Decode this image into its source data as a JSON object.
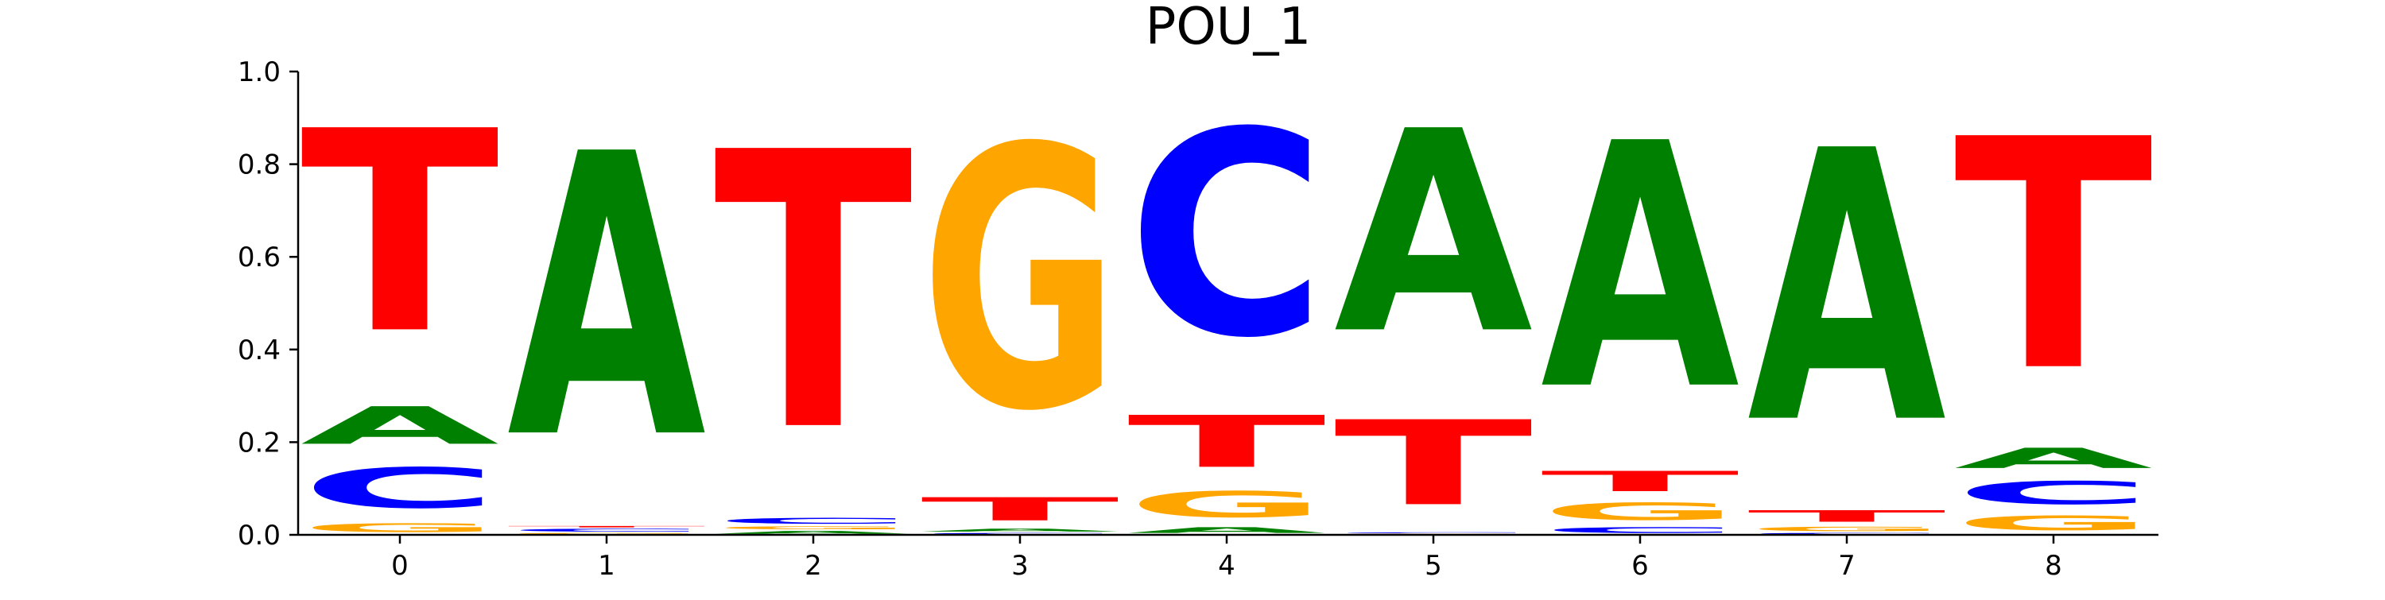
{
  "chart_data": {
    "type": "sequence-logo",
    "title": "POU_1",
    "xlabel": "",
    "ylabel": "",
    "ylim": [
      0,
      1
    ],
    "y_ticks": [
      "0.0",
      "0.2",
      "0.4",
      "0.6",
      "0.8",
      "1.0"
    ],
    "positions": [
      "0",
      "1",
      "2",
      "3",
      "4",
      "5",
      "6",
      "7",
      "8"
    ],
    "colors": {
      "A": "#008000",
      "C": "#0000ff",
      "G": "#ffa500",
      "T": "#ff0000"
    },
    "stacks": [
      [
        {
          "letter": "G",
          "value": 0.03
        },
        {
          "letter": "C",
          "value": 0.14
        },
        {
          "letter": "A",
          "value": 0.13
        },
        {
          "letter": "T",
          "value": 0.7
        }
      ],
      [
        {
          "letter": "G",
          "value": 0.005
        },
        {
          "letter": "C",
          "value": 0.01
        },
        {
          "letter": "T",
          "value": 0.005
        },
        {
          "letter": "A",
          "value": 0.98
        }
      ],
      [
        {
          "letter": "A",
          "value": 0.01
        },
        {
          "letter": "G",
          "value": 0.01
        },
        {
          "letter": "C",
          "value": 0.02
        },
        {
          "letter": "T",
          "value": 0.96
        }
      ],
      [
        {
          "letter": "C",
          "value": 0.005
        },
        {
          "letter": "A",
          "value": 0.01
        },
        {
          "letter": "T",
          "value": 0.08
        },
        {
          "letter": "G",
          "value": 0.905
        }
      ],
      [
        {
          "letter": "A",
          "value": 0.02
        },
        {
          "letter": "G",
          "value": 0.09
        },
        {
          "letter": "T",
          "value": 0.18
        },
        {
          "letter": "C",
          "value": 0.71
        }
      ],
      [
        {
          "letter": "G",
          "value": 0.003
        },
        {
          "letter": "C",
          "value": 0.003
        },
        {
          "letter": "T",
          "value": 0.294
        },
        {
          "letter": "A",
          "value": 0.7
        }
      ],
      [
        {
          "letter": "C",
          "value": 0.02
        },
        {
          "letter": "G",
          "value": 0.06
        },
        {
          "letter": "T",
          "value": 0.07
        },
        {
          "letter": "A",
          "value": 0.85
        }
      ],
      [
        {
          "letter": "C",
          "value": 0.005
        },
        {
          "letter": "G",
          "value": 0.015
        },
        {
          "letter": "T",
          "value": 0.04
        },
        {
          "letter": "A",
          "value": 0.94
        }
      ],
      [
        {
          "letter": "G",
          "value": 0.05
        },
        {
          "letter": "C",
          "value": 0.08
        },
        {
          "letter": "A",
          "value": 0.07
        },
        {
          "letter": "T",
          "value": 0.8
        }
      ]
    ]
  }
}
